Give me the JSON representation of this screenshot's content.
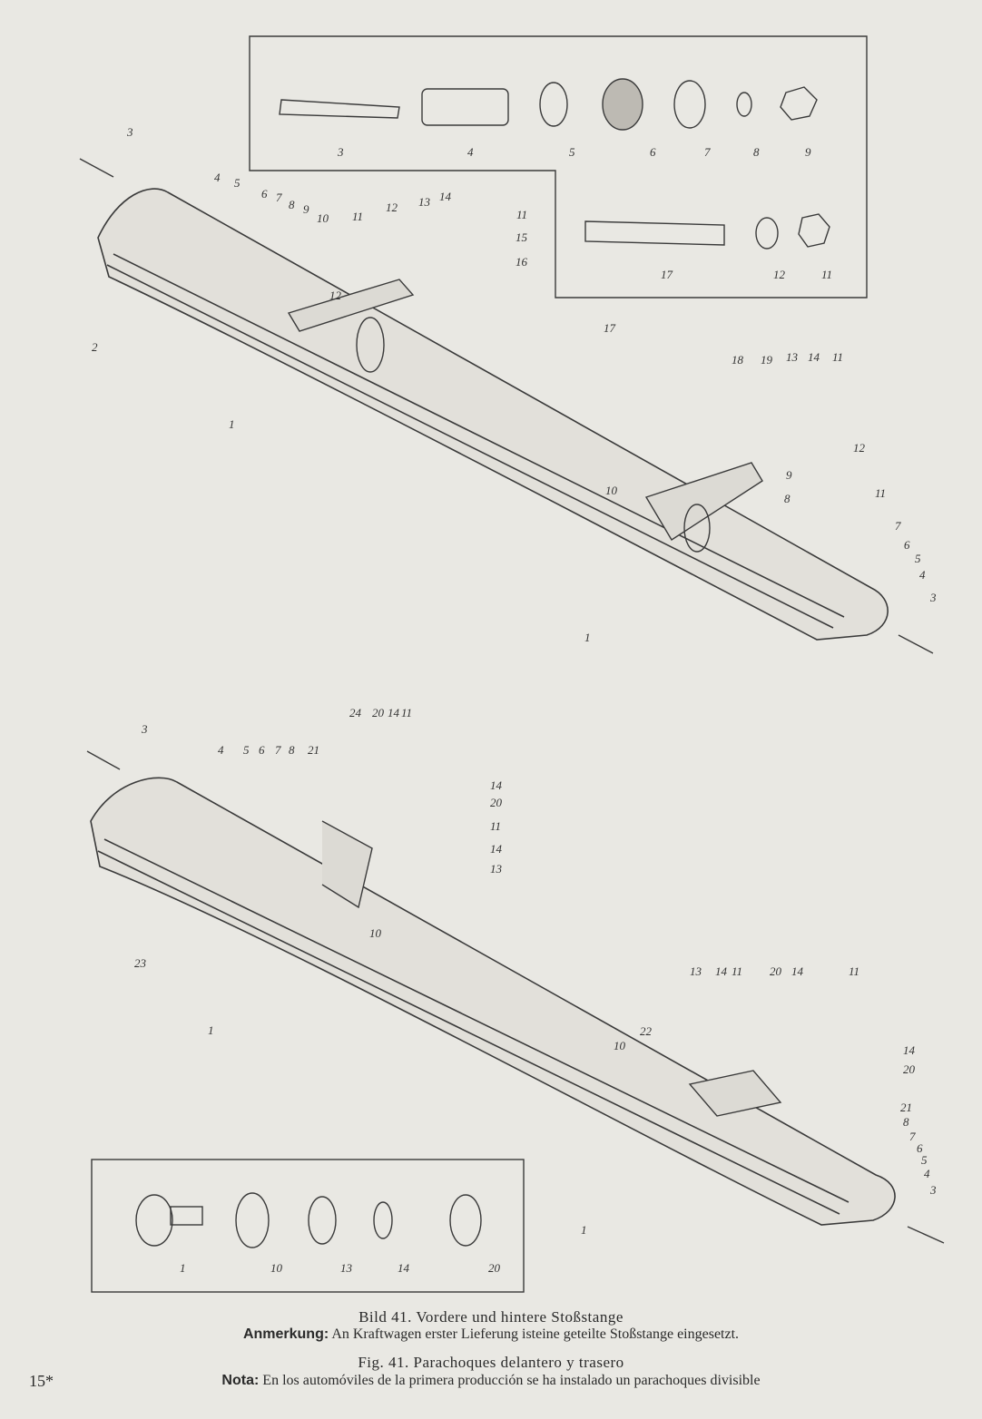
{
  "figure": {
    "de_title": "Bild 41. Vordere und hintere Stoßstange",
    "de_note_label": "Anmerkung:",
    "de_note_text": "An Kraftwagen erster Lieferung isteine geteilte  Stoßstange eingesetzt.",
    "es_title": "Fig. 41. Parachoques delantero y trasero",
    "es_note_label": "Nota:",
    "es_note_text": "En los automóviles de la primera producción se ha instalado un parachoques divisible"
  },
  "page_number": "15*",
  "top_inset_callouts": [
    "3",
    "4",
    "5",
    "6",
    "7",
    "8",
    "9",
    "17",
    "12",
    "11"
  ],
  "front_bumper_callouts": [
    "3",
    "4",
    "5",
    "6",
    "7",
    "8",
    "9",
    "10",
    "11",
    "12",
    "13",
    "14",
    "11",
    "15",
    "16",
    "2",
    "12",
    "1",
    "17",
    "18",
    "19",
    "13",
    "14",
    "11",
    "12",
    "10",
    "9",
    "8",
    "11",
    "7",
    "6",
    "5",
    "4",
    "3",
    "1"
  ],
  "rear_bumper_callouts": [
    "3",
    "4",
    "5",
    "6",
    "7",
    "8",
    "21",
    "24",
    "20",
    "14",
    "11",
    "14",
    "20",
    "11",
    "14",
    "13",
    "10",
    "23",
    "1",
    "13",
    "14",
    "11",
    "20",
    "14",
    "11",
    "22",
    "10",
    "14",
    "20",
    "21",
    "8",
    "7",
    "6",
    "5",
    "4",
    "3",
    "1"
  ],
  "bottom_inset_callouts": [
    "1",
    "10",
    "13",
    "14",
    "20"
  ]
}
